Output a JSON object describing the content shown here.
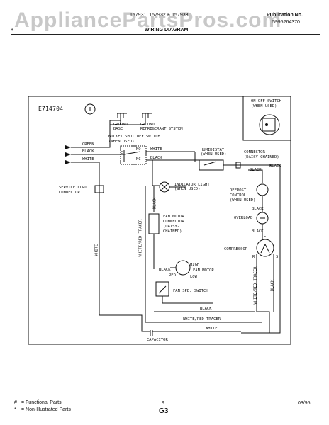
{
  "watermark": "AppliancePartsPros.com",
  "header": {
    "models": "157931, 157932 & 157933",
    "publication_label": "Publication No.",
    "publication_no": "5995264370",
    "title": "WIRING DIAGRAM"
  },
  "diagram": {
    "code": "E714704",
    "ground_base": "GROUND\nBASE",
    "ground_ref": "GROUND\nREFRIGERANT SYSTEM",
    "bucket_switch": "BUCKET SHUT OFF SWITCH\n(WHEN USED)",
    "green": "GREEN",
    "black": "BLACK",
    "white": "WHITE",
    "no": "NO",
    "nc": "NC",
    "c": "C",
    "service_cord": "SERVICE CORD\nCONNECTOR",
    "on_off": "ON-OFF SWITCH\n(WHEN USED)",
    "humidistat": "HUMIDISTAT\n(WHEN USED)",
    "connector_daisy": "CONNECTOR\n(DAISY-CHAINED)",
    "indicator": "INDICATOR LIGHT\n(WHEN USED)",
    "defrost": "DEFROST\nCONTROL\n(WHEN USED)",
    "overload": "OVERLOAD",
    "fan_connector": "FAN MOTOR\nCONNECTOR\n(DAISY-\nCHAINED)",
    "compressor": "COMPRESSOR",
    "high": "HIGH",
    "fan_motor": "FAN MOTOR",
    "low": "LOW",
    "red": "RED",
    "fan_switch": "FAN SPD. SWITCH",
    "white_red": "WHITE/RED TRACER",
    "capacitor": "CAPACITOR",
    "r": "R",
    "s": "S",
    "c_term": "C"
  },
  "footer": {
    "legend_1_mark": "#",
    "legend_1": "= Functional Parts",
    "legend_2_mark": "*",
    "legend_2": "= Non-Illustrated Parts",
    "page": "9",
    "code": "G3",
    "date": "03/95"
  }
}
